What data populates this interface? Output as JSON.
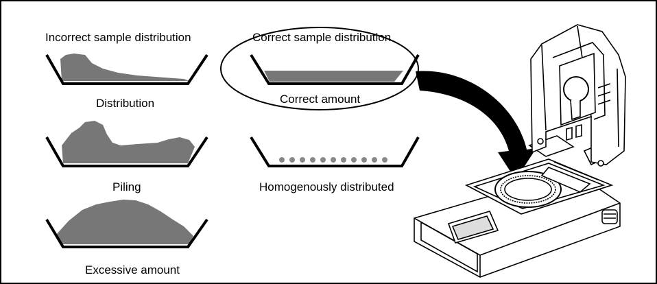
{
  "labels": {
    "incorrect_title": "Incorrect sample distribution",
    "distribution": "Distribution",
    "piling": "Piling",
    "excessive": "Excessive amount",
    "correct_title": "Correct sample distribution",
    "correct_amount": "Correct amount",
    "homogenous": "Homogenously distributed"
  },
  "colors": {
    "sample_fill": "#777777",
    "outline": "#000000",
    "dot_fill": "#888888"
  }
}
